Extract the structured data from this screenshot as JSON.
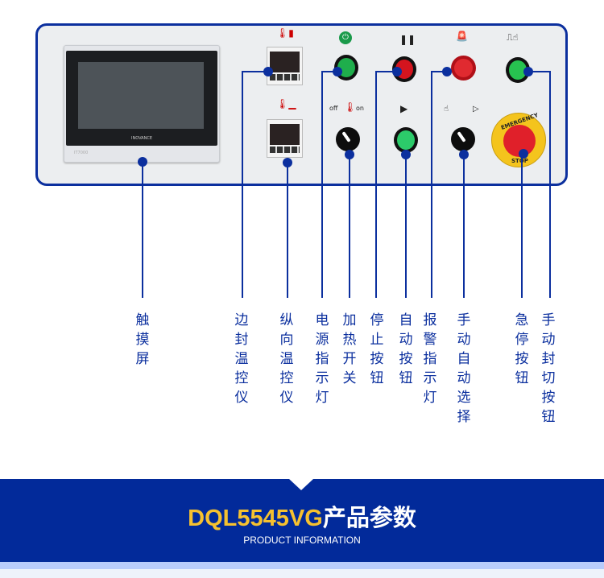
{
  "panel": {
    "screen": {
      "brand": "INOVANCE",
      "model": "IT7000"
    },
    "switch_labels": {
      "off": "off",
      "on": "on"
    },
    "estop": {
      "top": "EMERGENCY",
      "bottom": "STOP"
    }
  },
  "callouts": [
    {
      "id": "touchscreen",
      "label": "触摸屏"
    },
    {
      "id": "side-seal-temp-controller",
      "label": "边封温控仪"
    },
    {
      "id": "longitudinal-temp-controller",
      "label": "纵向温控仪"
    },
    {
      "id": "power-indicator",
      "label": "电源指示灯"
    },
    {
      "id": "heating-switch",
      "label": "加热开关"
    },
    {
      "id": "stop-button",
      "label": "停止按钮"
    },
    {
      "id": "auto-button",
      "label": "自动按钮"
    },
    {
      "id": "alarm-indicator",
      "label": "报警指示灯"
    },
    {
      "id": "manual-auto-selector",
      "label": "手动自动选择"
    },
    {
      "id": "emergency-stop-button",
      "label": "急停按钮"
    },
    {
      "id": "manual-seal-cut-button",
      "label": "手动封切按钮"
    }
  ],
  "banner": {
    "model": "DQL5545VG",
    "title": "产品参数",
    "subtitle": "PRODUCT INFORMATION"
  },
  "colors": {
    "accent": "#0b2f9e",
    "banner": "#022a9a",
    "model_text": "#f6c12f"
  }
}
